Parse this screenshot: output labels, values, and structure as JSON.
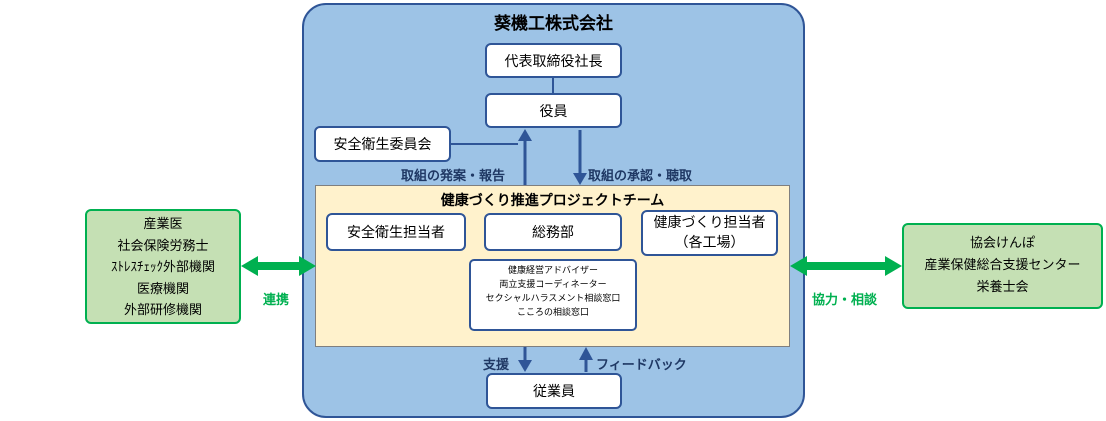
{
  "company": {
    "title": "葵機工株式会社",
    "president": "代表取締役社長",
    "officers": "役員",
    "safety_committee": "安全衛生委員会",
    "employees": "従業員"
  },
  "flows": {
    "proposal_report": "取組の発案・報告",
    "approval": "取組の承認・聴取",
    "support": "支援",
    "feedback": "フィードバック",
    "left_link": "連携",
    "right_link": "協力・相談"
  },
  "team": {
    "title": "健康づくり推進プロジェクトチーム",
    "safety_officer": "安全衛生担当者",
    "general_affairs": "総務部",
    "health_officer_line1": "健康づくり担当者",
    "health_officer_line2": "（各工場）",
    "roles": [
      "健康経営アドバイザー",
      "両立支援コーディネーター",
      "セクシャルハラスメント相談窓口",
      "こころの相談窓口"
    ]
  },
  "external_left": [
    "産業医",
    "社会保険労務士",
    "ｽﾄﾚｽﾁｪｯｸ外部機関",
    "医療機関",
    "外部研修機関"
  ],
  "external_right": [
    "協会けんぽ",
    "産業保健総合支援センター",
    "栄養士会"
  ],
  "colors": {
    "company_fill": "#9dc3e6",
    "border_blue": "#2f5597",
    "team_fill": "#fff2cc",
    "side_fill": "#c5e0b4",
    "green": "#00b050"
  }
}
